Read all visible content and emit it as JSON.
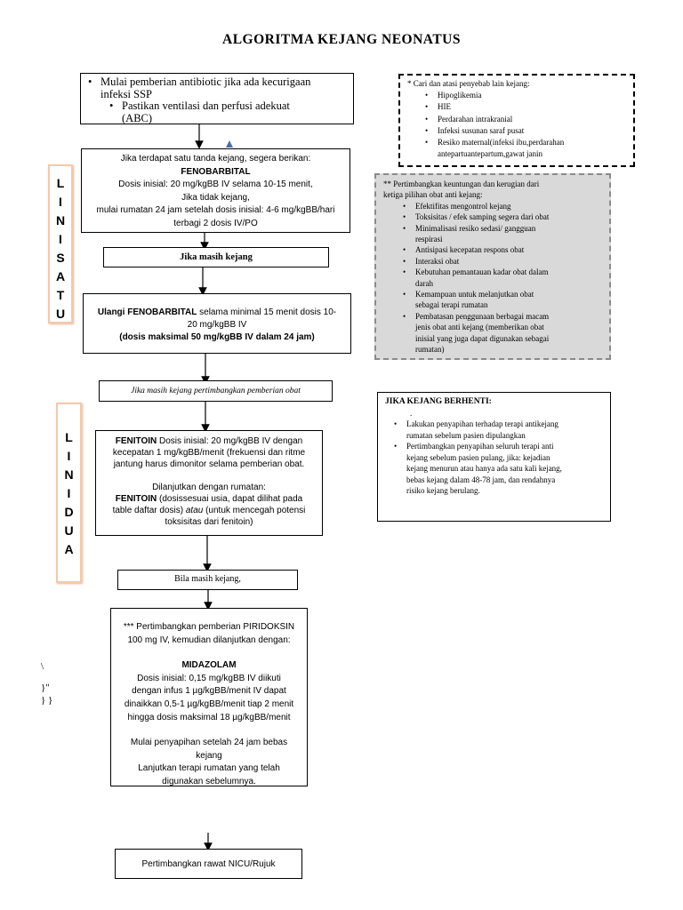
{
  "title": "ALGORITMA KEJANG NEONATUS",
  "box1": {
    "line1": "Mulai pemberian antibiotic jika ada kecurigaan",
    "line2": "infeksi SSP",
    "line3": "Pastikan ventilasi dan perfusi adekuat",
    "line4": "(ABC)"
  },
  "box2": {
    "intro": "Jika terdapat satu tanda kejang, segera berikan:",
    "drug": "FENOBARBITAL",
    "dose1": "Dosis inisial: 20 mg/kgBB IV selama 10-15 menit,",
    "dose2": "Jika tidak kejang,",
    "dose3": "mulai rumatan 24 jam setelah dosis inisial: 4-6 mg/kgBB/hari",
    "dose4": "terbagi 2 dosis IV/PO"
  },
  "box3": {
    "text": "Jika masih kejang"
  },
  "box4": {
    "drug": "Ulangi FENOBARBITAL",
    "rest1": " selama minimal 15 menit dosis 10-",
    "rest2": "20 mg/kgBB IV",
    "max": "(dosis maksimal 50 mg/kgBB IV dalam 24 jam)"
  },
  "box5": {
    "text": "Jika masih kejang pertimbangkan pemberian obat"
  },
  "box6": {
    "drug1": "FENITOIN",
    "l1": " Dosis inisial: 20 mg/kgBB IV dengan",
    "l2": "kecepatan 1 mg/kgBB/menit (frekuensi dan ritme",
    "l3": "jantung harus dimonitor selama pemberian obat.",
    "l4": "Dilanjutkan dengan rumatan:",
    "drug2": "FENITOIN",
    "l5": " (dosissesuai usia, dapat dilihat pada",
    "l6a": "table daftar dosis) ",
    "l6b": "atau",
    "l6c": "  (untuk mencegah potensi",
    "l7": "toksisitas dari fenitoin)"
  },
  "box7": {
    "text": "Bila masih kejang,"
  },
  "box8": {
    "l1": "*** Pertimbangkan pemberian PIRIDOKSIN",
    "l2": "100 mg IV, kemudian dilanjutkan dengan:",
    "drug": "MIDAZOLAM",
    "l3": "Dosis inisial: 0,15 mg/kgBB IV diikuti",
    "l4": "dengan infus 1 µg/kgBB/menit IV dapat",
    "l5": "dinaikkan 0,5-1 µg/kgBB/menit tiap 2 menit",
    "l6": "hingga dosis maksimal 18 µg/kgBB/menit",
    "l7": "Mulai penyapihan setelah 24 jam bebas",
    "l8": "kejang",
    "l9": "Lanjutkan terapi rumatan yang telah",
    "l10": "digunakan sebelumnya."
  },
  "box9": {
    "text": "Pertimbangkan rawat NICU/Rujuk"
  },
  "lini_satu": [
    "L",
    "I",
    "N",
    "I",
    "S",
    "A",
    "T",
    "U"
  ],
  "lini_dua": [
    "L",
    "I",
    "N",
    "I",
    "D",
    "U",
    "A"
  ],
  "causes": {
    "header": "*  Cari dan atasi penyebab lain kejang:",
    "items": [
      "Hipoglikemia",
      "HIE",
      "Perdarahan intrakranial",
      "Infeksi susunan saraf pusat",
      "Resiko maternal(infeksi ibu,perdarahan",
      "antepartuantepartum,gawat janin"
    ]
  },
  "considerations": {
    "header1": "** Pertimbangkan keuntungan dan kerugian dari",
    "header2": "ketiga pilihan obat anti kejang:",
    "items": [
      "Efektifitas mengontrol kejang",
      "Toksisitas / efek samping segera dari obat",
      "Minimalisasi resiko sedasi/ gangguan",
      "respirasi",
      "Antisipasi kecepatan respons obat",
      "Interaksi obat",
      "Kebutuhan pemantauan kadar obat dalam",
      "darah",
      "Kemampuan untuk melanjutkan obat",
      "sebagai terapi rumatan",
      "Pembatasan penggunaan berbagai macam",
      "jenis obat anti kejang (memberikan obat",
      "inisial yang juga dapat digunakan sebagai",
      "rumatan)"
    ]
  },
  "stopped": {
    "header": "JIKA KEJANG BERHENTI:",
    "dot": ".",
    "item1a": "Lakukan penyapihan terhadap terapi antikejang",
    "item1b": "rumatan sebelum pasien dipulangkan",
    "item2a": "Pertimbangkan penyapihan seluruh terapi anti",
    "item2b": "kejang sebelum pasien pulang, jika: kejadian",
    "item2c": "kejang menurun atau hanya ada satu kali kejang,",
    "item2d": "bebas kejang dalam 48-78 jam, dan rendahnya",
    "item2e": "risiko kejang berulang."
  },
  "stray": {
    "a": "\\",
    "b": "}\"",
    "c": "} }"
  }
}
